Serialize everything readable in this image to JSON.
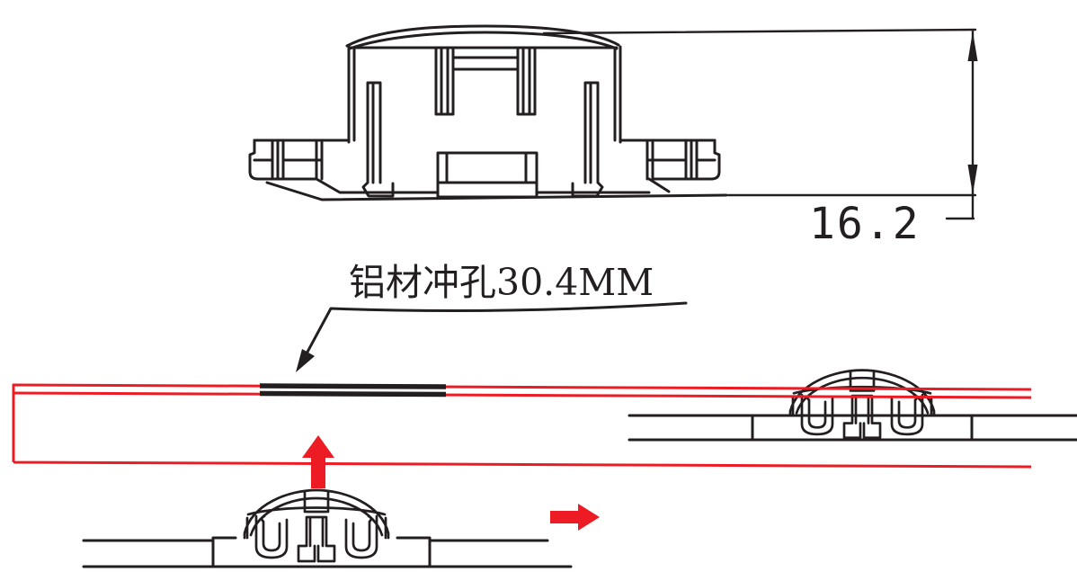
{
  "drawing": {
    "dimension_label": "16.2",
    "annotation_label": "铝材冲孔30.4MM",
    "colors": {
      "line": "#231F20",
      "highlight": "#ED1C24",
      "background": "#FFFFFF"
    },
    "icons": {
      "leader_arrow": "filled-triangle-leader-arrow",
      "dimension_arrow_top": "dimension-arrow-up",
      "dimension_arrow_bottom": "dimension-arrow-down",
      "up_arrow": "thick-red-up-arrow",
      "right_arrow": "thick-red-right-arrow"
    }
  }
}
